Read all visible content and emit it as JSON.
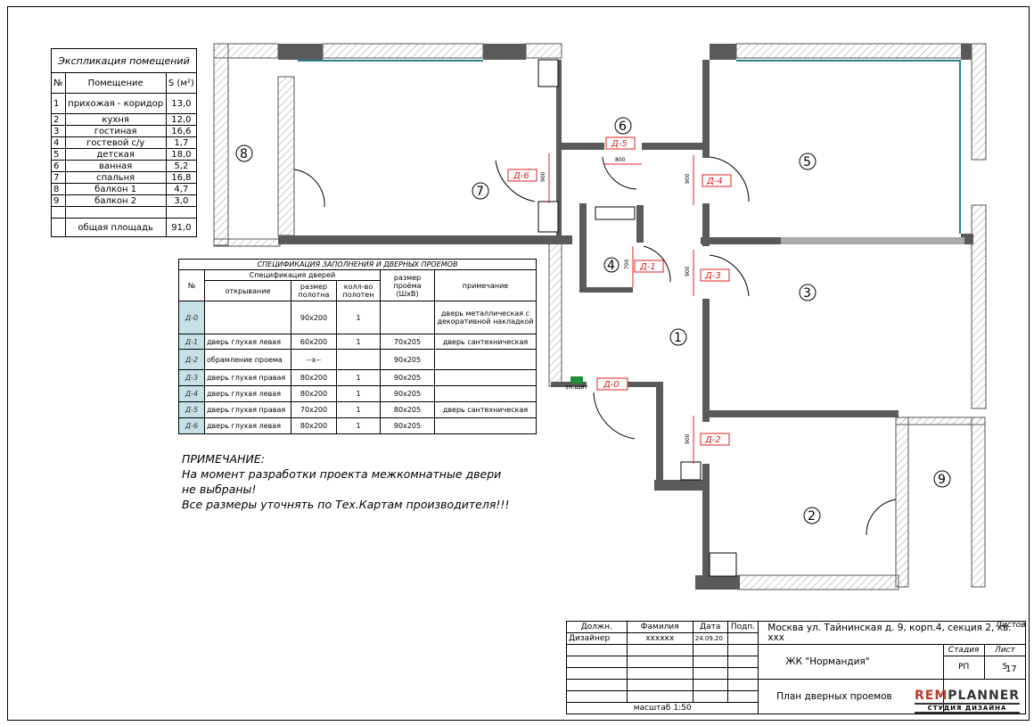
{
  "explication": {
    "title": "Экспликация помещений",
    "col_no": "№",
    "col_room": "Помещение",
    "col_area": "S (м²)",
    "rows": [
      {
        "n": "1",
        "room": "прихожая - коридор",
        "area": "13,0"
      },
      {
        "n": "2",
        "room": "кухня",
        "area": "12,0"
      },
      {
        "n": "3",
        "room": "гостиная",
        "area": "16,6"
      },
      {
        "n": "4",
        "room": "гостевой с/у",
        "area": "1,7"
      },
      {
        "n": "5",
        "room": "детская",
        "area": "18,0"
      },
      {
        "n": "6",
        "room": "ванная",
        "area": "5,2"
      },
      {
        "n": "7",
        "room": "спальня",
        "area": "16,8"
      },
      {
        "n": "8",
        "room": "балкон 1",
        "area": "4,7"
      },
      {
        "n": "9",
        "room": "балкон 2",
        "area": "3,0"
      }
    ],
    "total_label": "общая площадь",
    "total_value": "91,0"
  },
  "spec": {
    "title": "СПЕЦИФИКАЦИЯ ЗАПОЛНЕНИЯ И ДВЕРНЫХ ПРОЕМОВ",
    "col_no": "№",
    "group": "Спецификация дверей",
    "col_open": "открывание",
    "col_size": "размер полотна",
    "col_qty": "колл-во полотен",
    "col_opening": "размер проёма (ШхВ)",
    "col_note": "примечание",
    "rows": [
      {
        "code": "Д-0",
        "open": "",
        "size": "90х200",
        "qty": "1",
        "opening": "",
        "note": "дверь металлическая с декоративной накладкой"
      },
      {
        "code": "Д-1",
        "open": "дверь глухая левая",
        "size": "60х200",
        "qty": "1",
        "opening": "70х205",
        "note": "дверь сантехническая"
      },
      {
        "code": "Д-2",
        "open": "обрамление проема",
        "size": "--х--",
        "qty": "",
        "opening": "90х205",
        "note": ""
      },
      {
        "code": "Д-3",
        "open": "дверь глухая правая",
        "size": "80х200",
        "qty": "1",
        "opening": "90х205",
        "note": ""
      },
      {
        "code": "Д-4",
        "open": "дверь глухая левая",
        "size": "80х200",
        "qty": "1",
        "opening": "90х205",
        "note": ""
      },
      {
        "code": "Д-5",
        "open": "дверь глухая правая",
        "size": "70х200",
        "qty": "1",
        "opening": "80х205",
        "note": "дверь сантехническая"
      },
      {
        "code": "Д-6",
        "open": "дверь глухая левая",
        "size": "80х200",
        "qty": "1",
        "opening": "90х205",
        "note": ""
      }
    ]
  },
  "note": {
    "heading": "ПРИМЕЧАНИЕ:",
    "line1": "На момент разработки проекта межкомнатные двери",
    "line2": "не выбраны!",
    "line3": "Все размеры уточнять по Тех.Картам производителя!!!"
  },
  "plan": {
    "rooms": [
      "1",
      "2",
      "3",
      "4",
      "5",
      "6",
      "7",
      "8",
      "9"
    ],
    "doors": [
      "Д-0",
      "Д-1",
      "Д-2",
      "Д-3",
      "Д-4",
      "Д-5",
      "Д-6"
    ],
    "dims": {
      "d6": "900",
      "d5": "800",
      "d4": "900",
      "d1": "700",
      "d3": "900",
      "d2": "900"
    },
    "elshield": "эл.щит"
  },
  "stamp": {
    "h_role": "Должн.",
    "h_name": "Фамилия",
    "h_date": "Дата",
    "h_sign": "Подп.",
    "role": "Дизайнер",
    "name": "xxxxxx",
    "date": "24.09.20",
    "address": "Москва ул. Тайнинская д. 9, корп.4, секция 2, кв. ххх",
    "project": "ЖК \"Нормандия\"",
    "h_stage": "Стадия",
    "h_sheet": "Лист",
    "h_sheets": "Листов",
    "stage": "РП",
    "sheet": "5",
    "sheets": "17",
    "drawing": "План дверных проемов",
    "scale": "масштаб 1:50"
  },
  "logo": {
    "text_a": "REM",
    "text_b": "PLANNER",
    "sub": "СТУДИЯ ДИЗАЙНА"
  },
  "colors": {
    "wall": "#5a5a5a",
    "door_label": "#e02020",
    "spec_code_bg": "#c5e0e6"
  }
}
